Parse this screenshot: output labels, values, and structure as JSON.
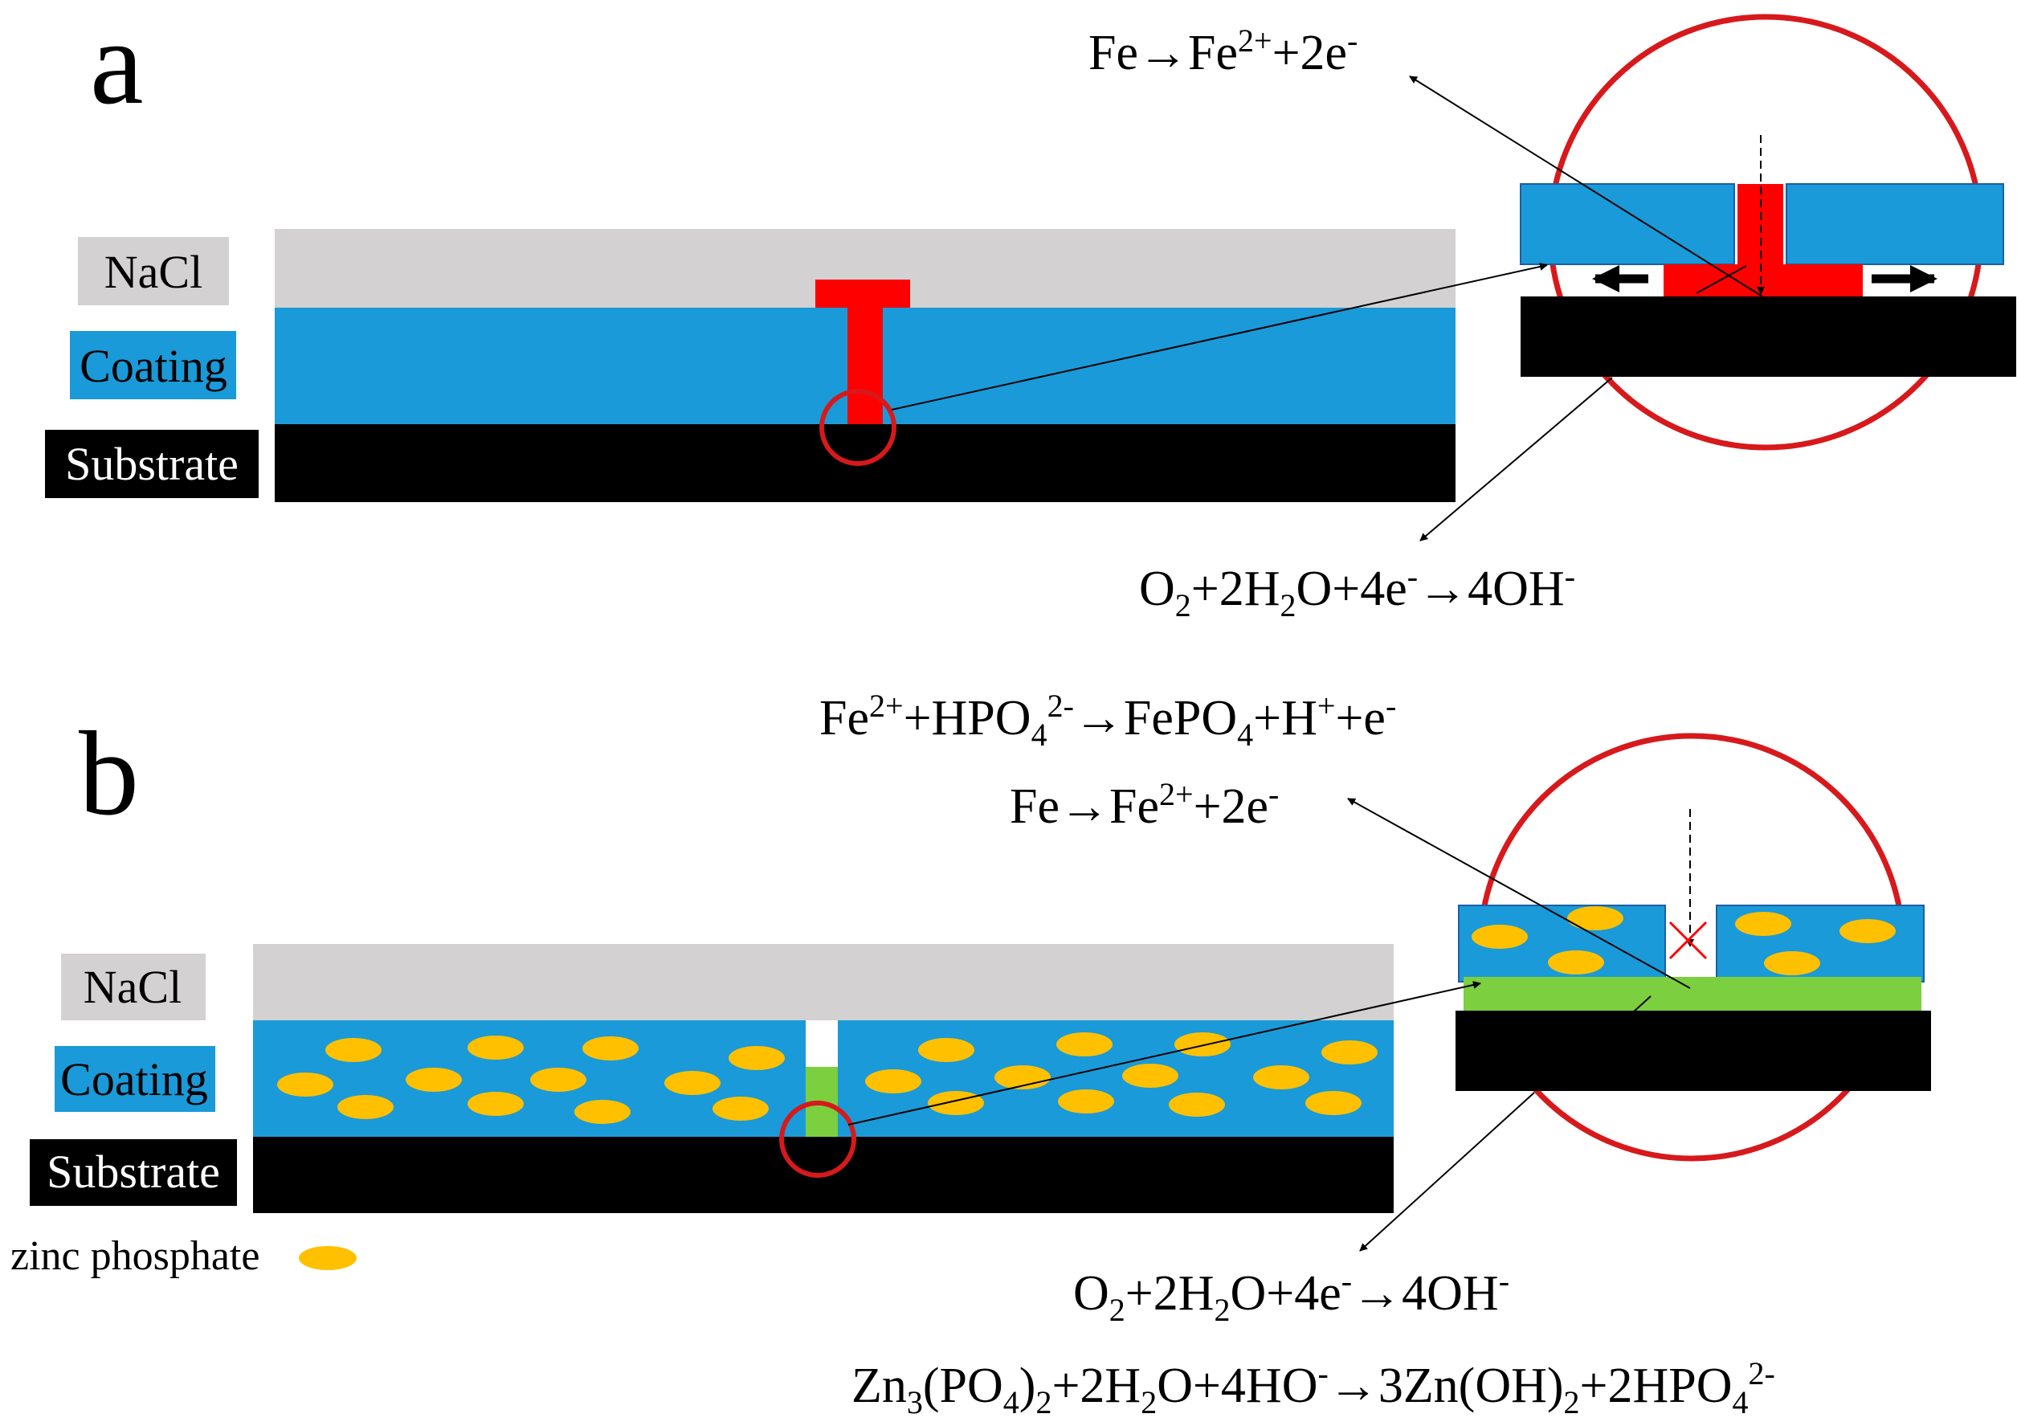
{
  "colors": {
    "nacl": "#d3d1d1",
    "coating": "#1a9ad8",
    "substrate": "#000000",
    "rust": "#ff0000",
    "highlight_circle": "#d7191c",
    "zinc_phosphate": "#ffc000",
    "passivation_layer": "#7ccf3f"
  },
  "panel_a": {
    "letter": "a",
    "legend": {
      "nacl": "NaCl",
      "coating": "Coating",
      "substrate": "Substrate"
    },
    "anodic_reaction": {
      "parts": [
        "Fe→Fe",
        "2+",
        "+2e",
        "-"
      ]
    },
    "cathodic_reaction": {
      "parts": [
        "O",
        "2",
        "+2H",
        "2",
        "O+4e",
        "-",
        "→4OH",
        "-"
      ]
    }
  },
  "panel_b": {
    "letter": "b",
    "legend": {
      "nacl": "NaCl",
      "coating": "Coating",
      "substrate": "Substrate",
      "zinc_phosphate": "zinc phosphate"
    },
    "phosphate_reaction": {
      "parts": [
        "Fe",
        "2+",
        "+HPO",
        "4",
        "2-",
        "→FePO",
        "4",
        "+H",
        "+",
        "+e",
        "-"
      ]
    },
    "anodic_reaction": {
      "parts": [
        "Fe→Fe",
        "2+",
        "+2e",
        "-"
      ]
    },
    "cathodic_reaction": {
      "parts": [
        "O",
        "2",
        "+2H",
        "2",
        "O+4e",
        "-",
        "→4OH",
        "-"
      ]
    },
    "zinc_reaction": {
      "parts": [
        "Zn",
        "3",
        "(PO",
        "4",
        ")",
        "2",
        "+2H",
        "2",
        "O+4HO",
        "-",
        "→3Zn(OH)",
        "2",
        "+2HPO",
        "4",
        "2-"
      ]
    }
  }
}
